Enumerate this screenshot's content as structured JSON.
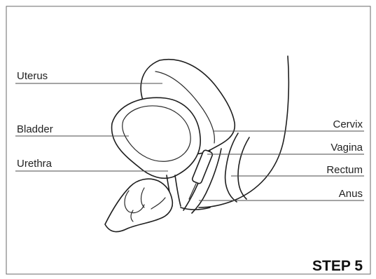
{
  "labels": {
    "uterus": "Uterus",
    "bladder": "Bladder",
    "urethra": "Urethra",
    "cervix": "Cervix",
    "vagina": "Vagina",
    "rectum": "Rectum",
    "anus": "Anus"
  },
  "step_label": "STEP 5"
}
